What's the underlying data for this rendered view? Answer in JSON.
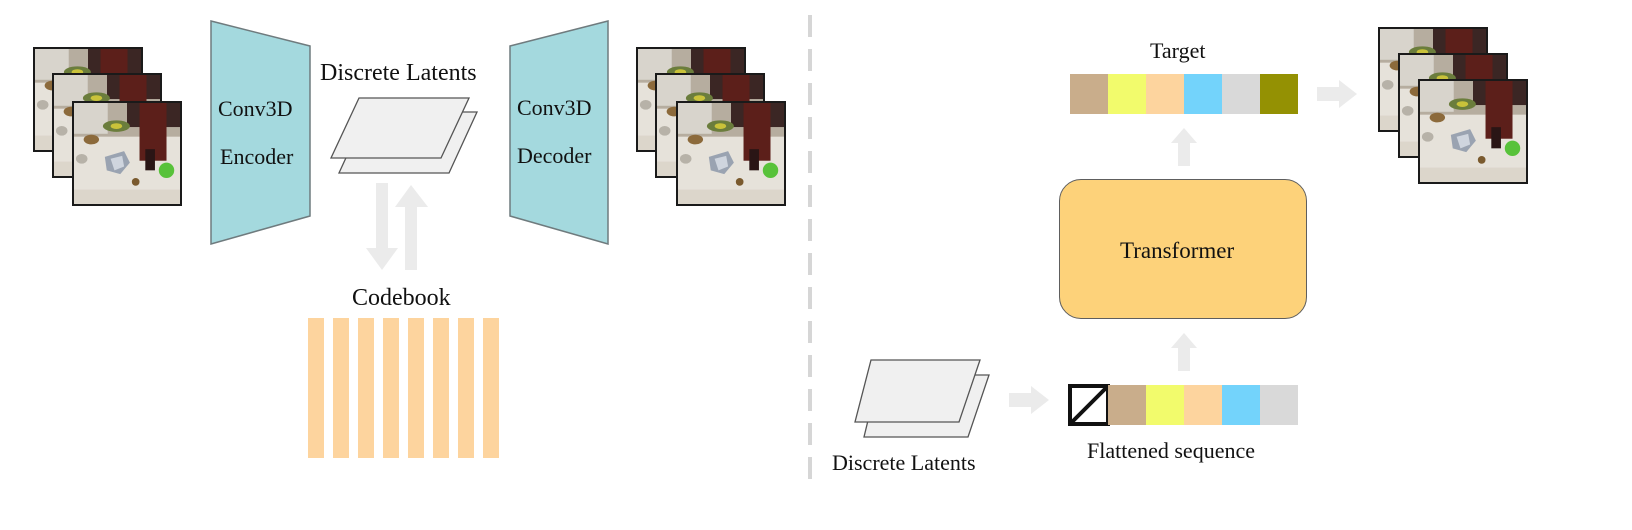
{
  "encoder": {
    "line1": "Conv3D",
    "line2": "Encoder"
  },
  "decoder": {
    "line1": "Conv3D",
    "line2": "Decoder"
  },
  "latents_top": {
    "label": "Discrete Latents"
  },
  "codebook": {
    "label": "Codebook",
    "bar_count": 8,
    "color": "#fdd49e"
  },
  "target": {
    "label": "Target",
    "colors": [
      "#c9ad8b",
      "#f2fb6c",
      "#fdd49e",
      "#73d3fb",
      "#d9d9d9",
      "#949103"
    ]
  },
  "transformer": {
    "label": "Transformer",
    "color": "#fdd27a"
  },
  "sequence": {
    "label": "Flattened sequence",
    "colors": [
      "#c9ad8b",
      "#f2fb6c",
      "#fdd49e",
      "#73d3fb",
      "#d9d9d9"
    ],
    "start_token": "start-token-icon"
  },
  "latents_bottom": {
    "label": "Discrete Latents"
  },
  "colors": {
    "conv": "#a4d9de",
    "arrow": "#ebebeb",
    "divider": "#d6d6d6",
    "latent_plane": "#f0f0f0"
  },
  "icons": {
    "frames": "video-frame-icon",
    "arrows": "flow-arrow-icon"
  }
}
